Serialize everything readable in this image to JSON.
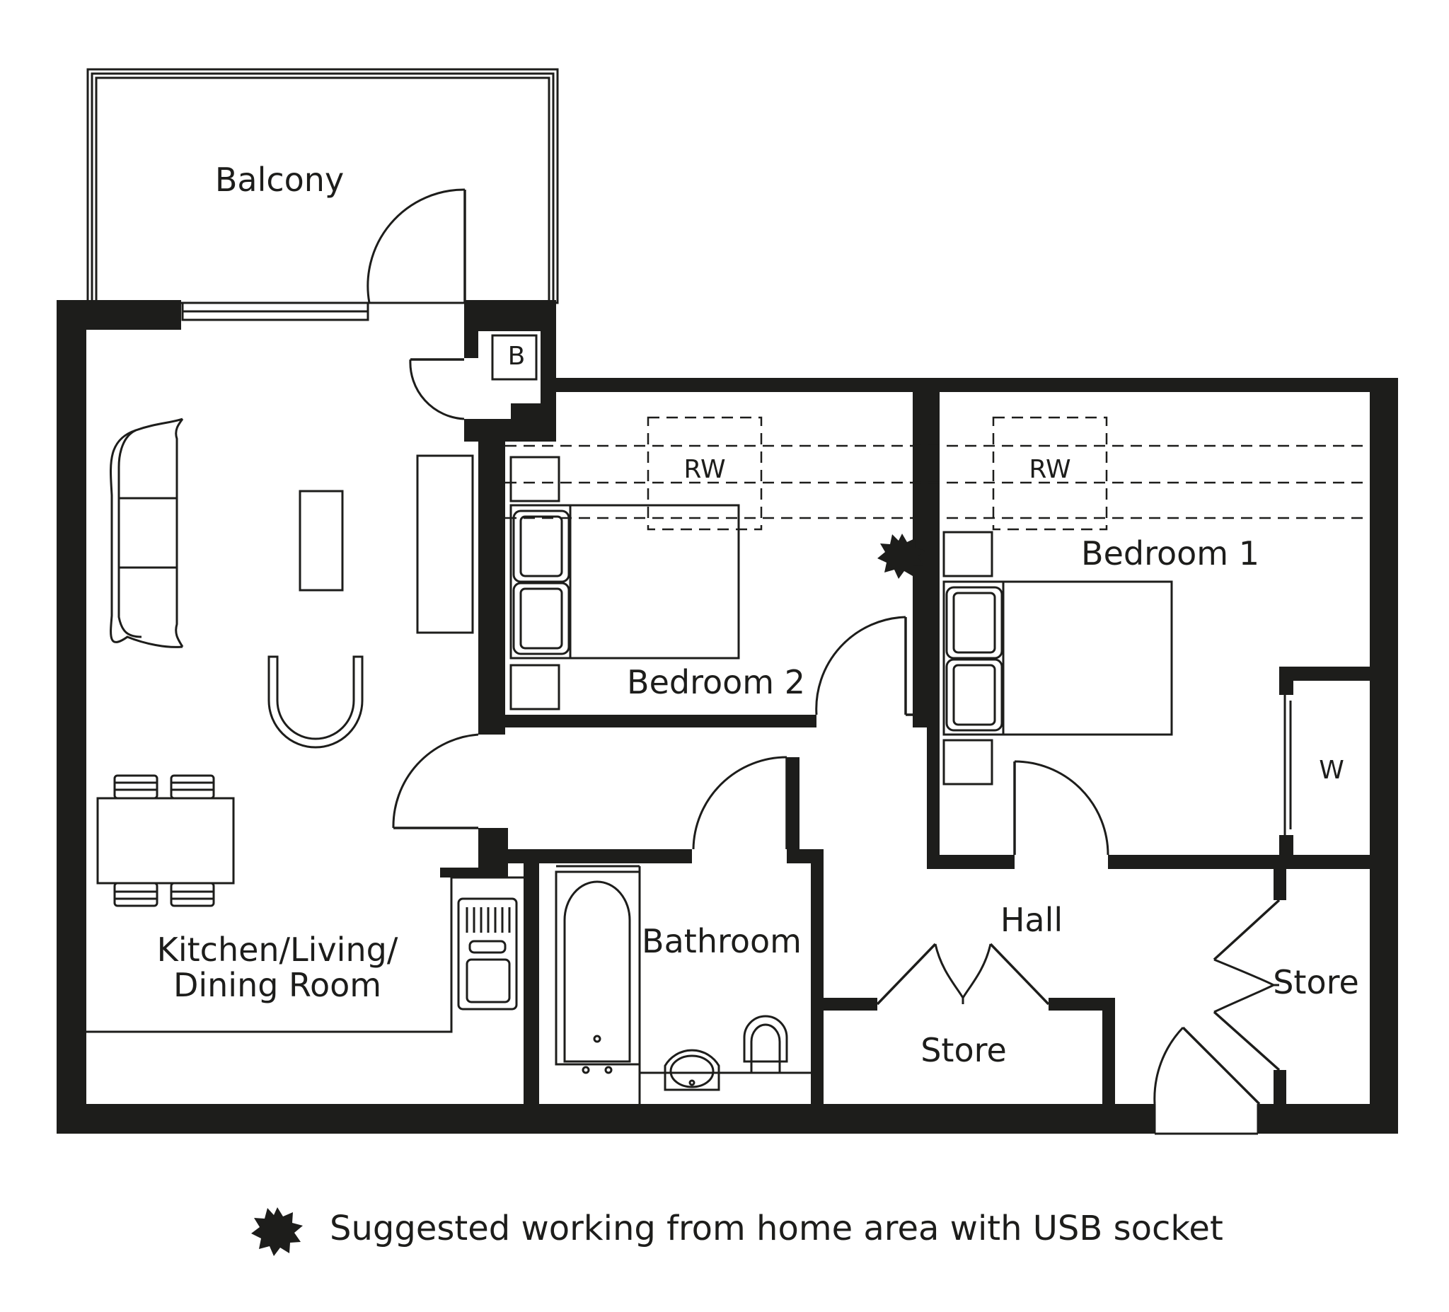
{
  "plan": {
    "colors": {
      "ink": "#1d1d1b",
      "background": "#ffffff"
    },
    "rooms": {
      "balcony": "Balcony",
      "boiler": "B",
      "robe_bedroom2": "RW",
      "robe_bedroom1": "RW",
      "bedroom1": "Bedroom 1",
      "bedroom2": "Bedroom 2",
      "wardrobe": "W",
      "kitchen_line1": "Kitchen/Living/",
      "kitchen_line2": "Dining Room",
      "bathroom": "Bathroom",
      "hall": "Hall",
      "store_hall": "Store",
      "store_right": "Store"
    },
    "legend": {
      "icon": "star-burst-icon",
      "text": "Suggested working from home area with USB socket"
    }
  }
}
